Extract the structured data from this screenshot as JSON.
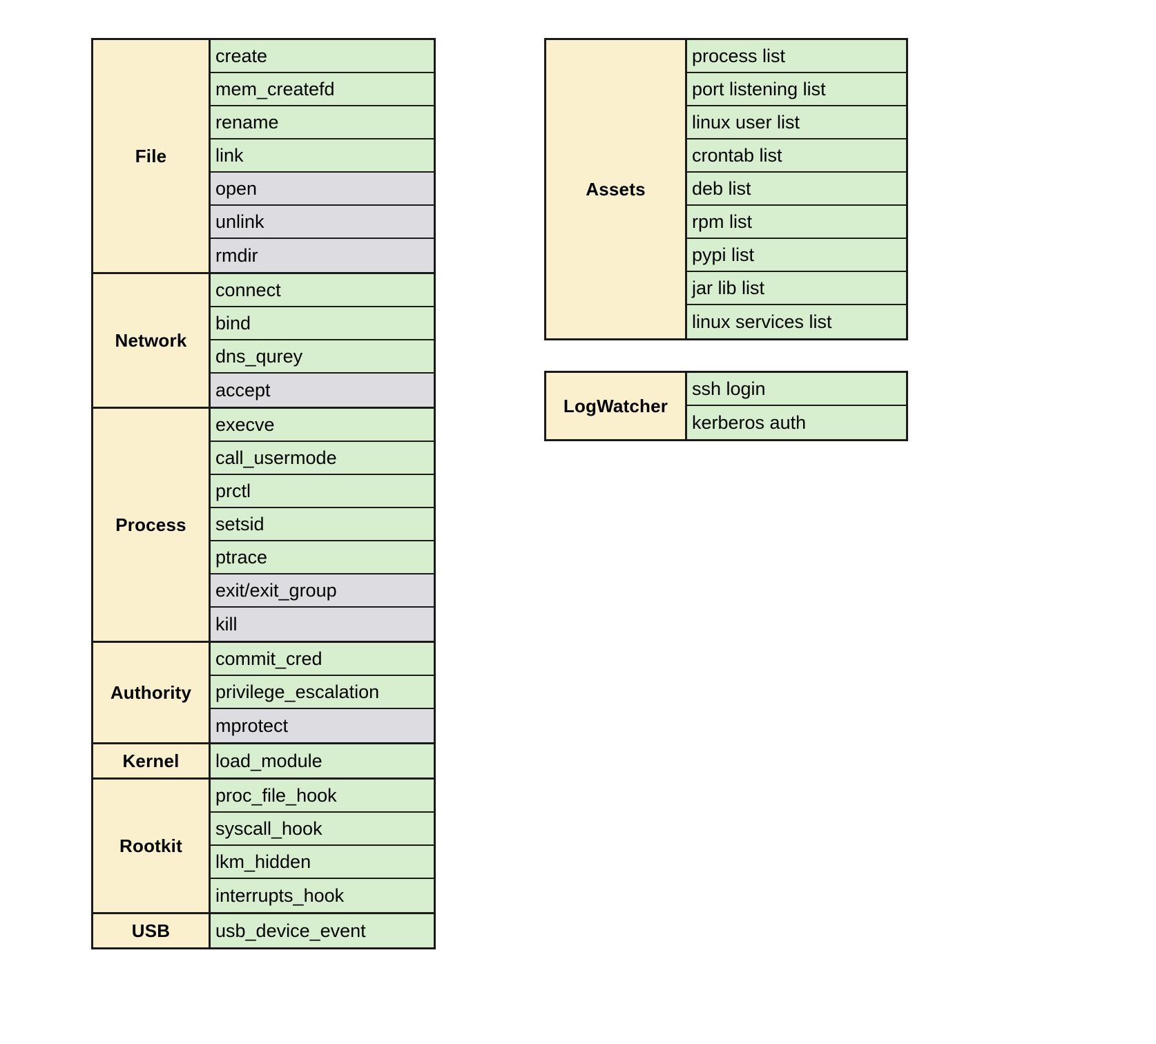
{
  "colors": {
    "category_bg": "#faf0ce",
    "event_bg_green": "#d7efce",
    "event_bg_gray": "#dddde1",
    "border": "#1a1a1a",
    "text": "#000000"
  },
  "blocks": [
    {
      "id": "left-matrix",
      "name": "event-categories-matrix",
      "groups": [
        {
          "label": "File",
          "events": [
            {
              "text": "create",
              "state": "green"
            },
            {
              "text": "mem_createfd",
              "state": "green"
            },
            {
              "text": "rename",
              "state": "green"
            },
            {
              "text": "link",
              "state": "green"
            },
            {
              "text": "open",
              "state": "gray"
            },
            {
              "text": "unlink",
              "state": "gray"
            },
            {
              "text": "rmdir",
              "state": "gray"
            }
          ]
        },
        {
          "label": "Network",
          "events": [
            {
              "text": "connect",
              "state": "green"
            },
            {
              "text": "bind",
              "state": "green"
            },
            {
              "text": "dns_qurey",
              "state": "green"
            },
            {
              "text": "accept",
              "state": "gray"
            }
          ]
        },
        {
          "label": "Process",
          "events": [
            {
              "text": "execve",
              "state": "green"
            },
            {
              "text": "call_usermode",
              "state": "green"
            },
            {
              "text": "prctl",
              "state": "green"
            },
            {
              "text": "setsid",
              "state": "green"
            },
            {
              "text": "ptrace",
              "state": "green"
            },
            {
              "text": "exit/exit_group",
              "state": "gray"
            },
            {
              "text": "kill",
              "state": "gray"
            }
          ]
        },
        {
          "label": "Authority",
          "events": [
            {
              "text": "commit_cred",
              "state": "green"
            },
            {
              "text": "privilege_escalation",
              "state": "green"
            },
            {
              "text": "mprotect",
              "state": "gray"
            }
          ]
        },
        {
          "label": "Kernel",
          "events": [
            {
              "text": "load_module",
              "state": "green"
            }
          ]
        },
        {
          "label": "Rootkit",
          "events": [
            {
              "text": "proc_file_hook",
              "state": "green"
            },
            {
              "text": "syscall_hook",
              "state": "green"
            },
            {
              "text": "lkm_hidden",
              "state": "green"
            },
            {
              "text": "interrupts_hook",
              "state": "green"
            }
          ]
        },
        {
          "label": "USB",
          "events": [
            {
              "text": "usb_device_event",
              "state": "green"
            }
          ]
        }
      ]
    },
    {
      "id": "assets-matrix",
      "name": "assets-matrix",
      "groups": [
        {
          "label": "Assets",
          "events": [
            {
              "text": "process list",
              "state": "green"
            },
            {
              "text": "port listening list",
              "state": "green"
            },
            {
              "text": "linux user list",
              "state": "green"
            },
            {
              "text": "crontab list",
              "state": "green"
            },
            {
              "text": "deb list",
              "state": "green"
            },
            {
              "text": "rpm list",
              "state": "green"
            },
            {
              "text": "pypi list",
              "state": "green"
            },
            {
              "text": "jar lib list",
              "state": "green"
            },
            {
              "text": "linux services list",
              "state": "green"
            }
          ]
        }
      ]
    },
    {
      "id": "log-matrix",
      "name": "logwatcher-matrix",
      "groups": [
        {
          "label": "LogWatcher",
          "events": [
            {
              "text": "ssh login",
              "state": "green"
            },
            {
              "text": "kerberos auth",
              "state": "green"
            }
          ]
        }
      ]
    }
  ]
}
